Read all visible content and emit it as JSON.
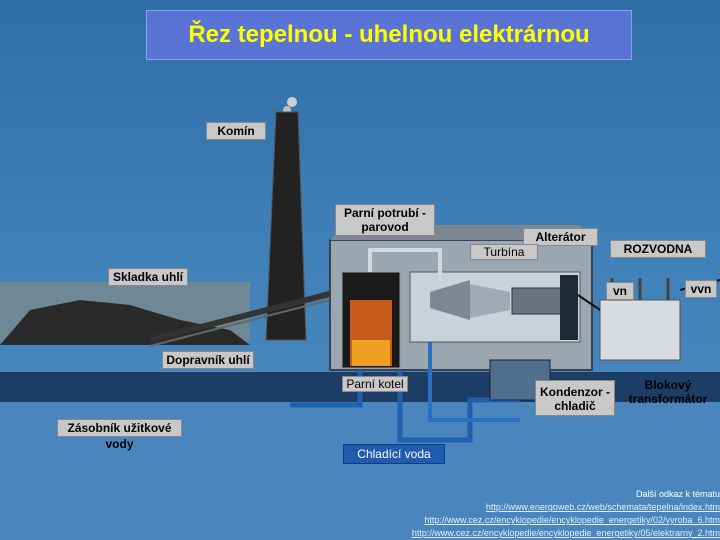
{
  "title": "Řez tepelnou - uhelnou elektrárnou",
  "labels": {
    "komin": "Komín",
    "parni_potrubi_1": "Parní potrubí -",
    "parni_potrubi_2": "parovod",
    "alterator": "Alterátor",
    "turbina": "Turbína",
    "rozvodna": "ROZVODNA",
    "skladka": "Skladka uhlí",
    "vn": "vn",
    "vvn": "vvn",
    "dopravnik": "Dopravník uhlí",
    "parni_kotel": "Parní kotel",
    "kondenzor_1": "Kondenzor -",
    "kondenzor_2": "chladič",
    "blokovy_1": "Blokový",
    "blokovy_2": "transformátor",
    "zasobnik": "Zásobník užitkové vody",
    "chladici": "Chladící voda"
  },
  "links": {
    "heading": "Další odkaz k tématu",
    "url1": "http://www.energoweb.cz/web/schemata/tepelna/index.htm",
    "url2": "http://www.cez.cz/encyklopedie/encyklopedie_energetiky/02/vyroba_6.htm",
    "url3": "http://www.cez.cz/encyklopedie/encyklopedie_energetiky/05/elektrarny_2.htm"
  }
}
